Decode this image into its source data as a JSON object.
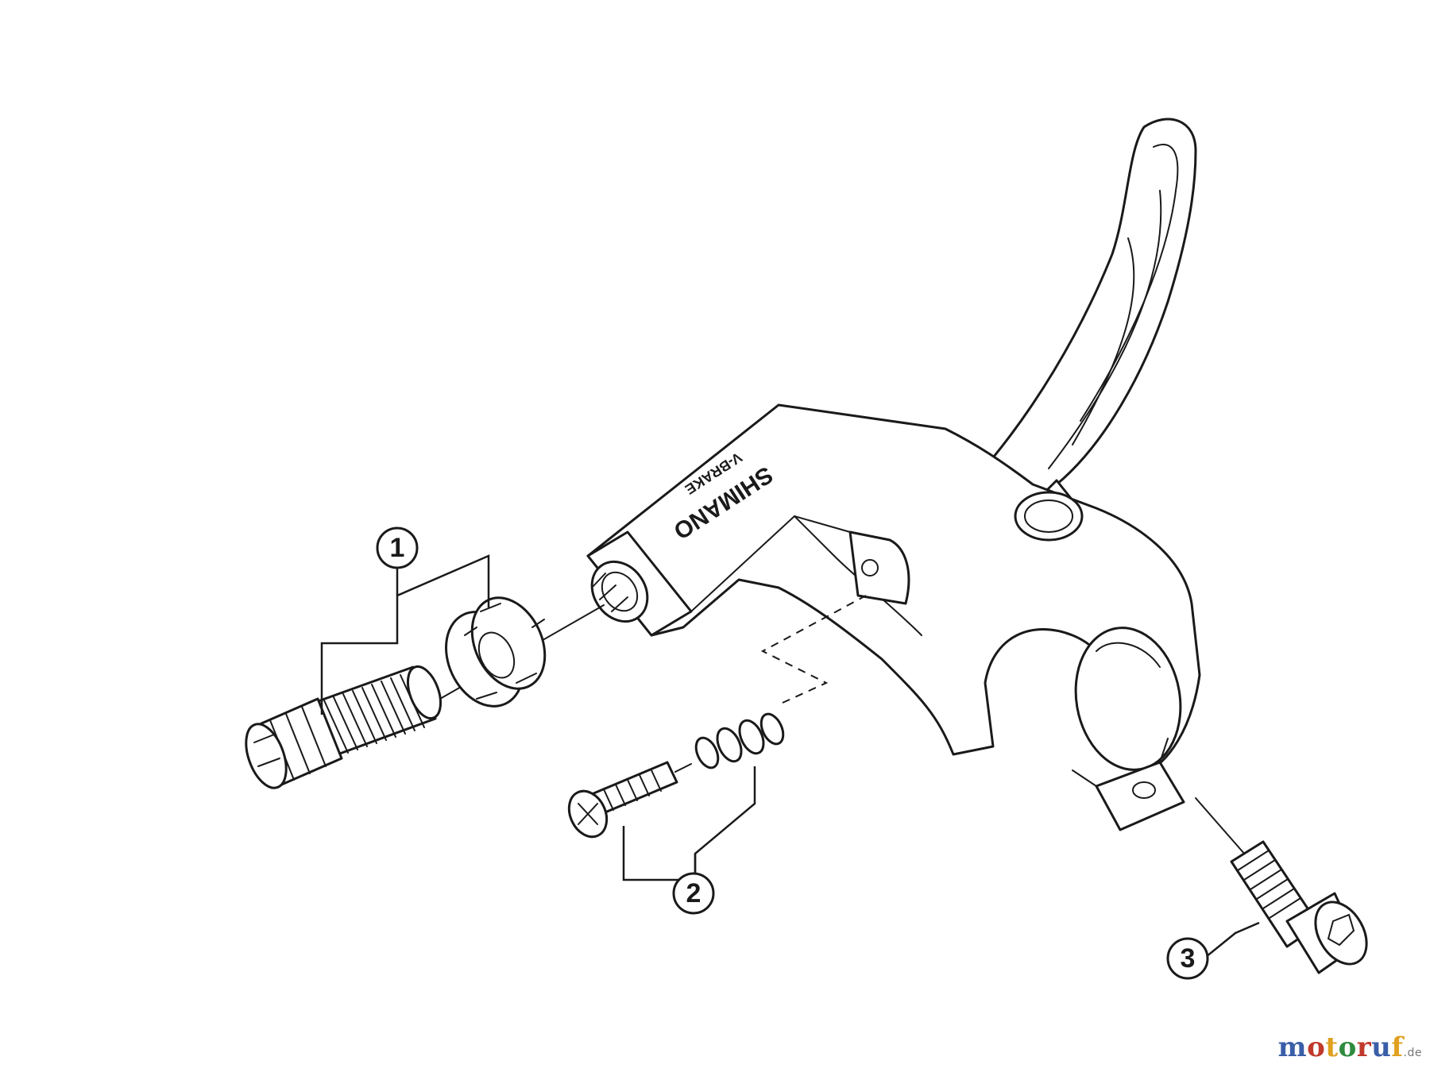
{
  "diagram": {
    "callouts": [
      {
        "number": "1"
      },
      {
        "number": "2"
      },
      {
        "number": "3"
      }
    ],
    "lever_body_text": {
      "brand": "SHIMANO",
      "model": "V-BRAKE"
    }
  },
  "watermark": {
    "text": "motoruf",
    "tld": ".de",
    "colors": [
      "#3a5fa8",
      "#c0392b",
      "#e0a020",
      "#2e8b3e",
      "#c0392b",
      "#3a5fa8",
      "#e0a020"
    ]
  }
}
